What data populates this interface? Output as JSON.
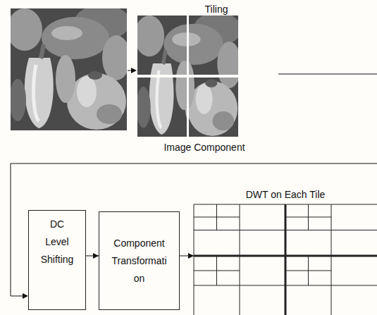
{
  "diagram": {
    "nodes": [
      {
        "text": [
          "DC Level Shifting"
        ]
      },
      {
        "text": [
          "Component Transformati on"
        ]
      },
      {
        "text": [
          "DWT on Each Tile"
        ]
      }
    ],
    "edges": [
      {
        "from": 0,
        "to": 1,
        "arrow": "to"
      },
      {
        "from": 1,
        "to": 2,
        "arrow": "to"
      }
    ],
    "labels": [
      "Tiling",
      "Image Component"
    ]
  }
}
